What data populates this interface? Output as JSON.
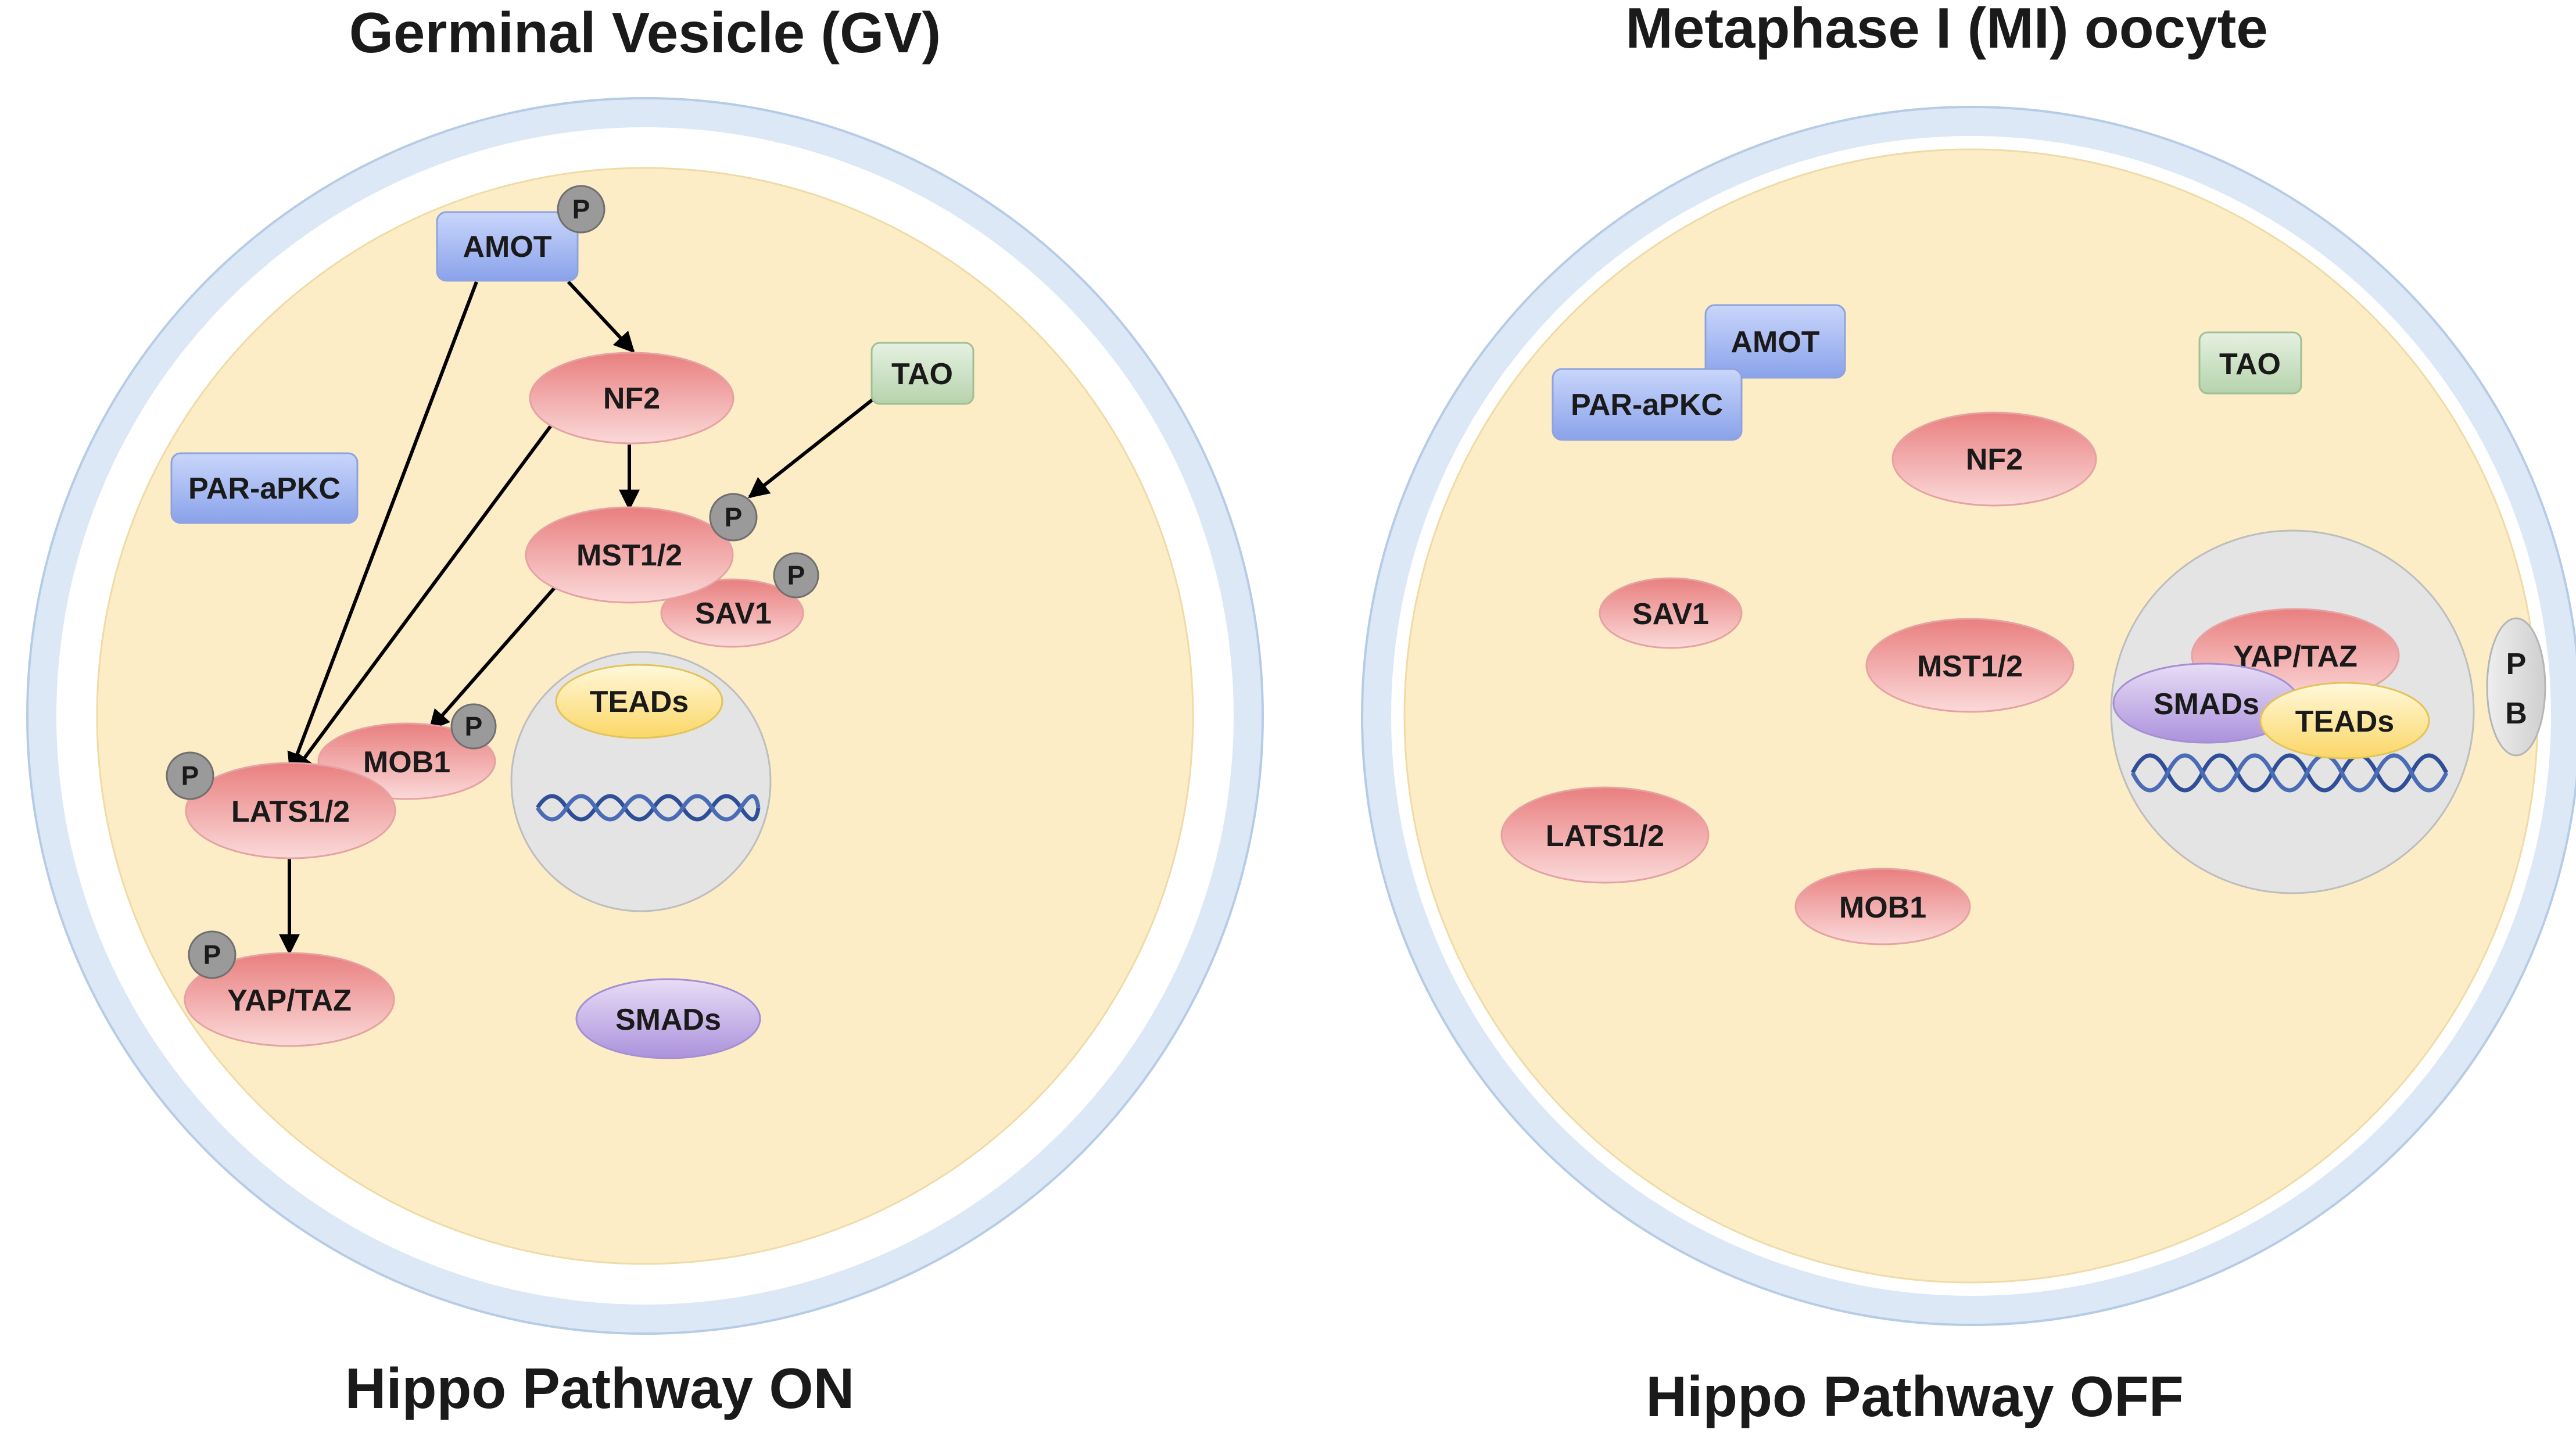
{
  "panels": {
    "left": {
      "title": "Germinal Vesicle (GV)",
      "footer": "Hippo Pathway ON",
      "labels": {
        "amot": "AMOT",
        "par_apkc": "PAR-aPKC",
        "tao": "TAO",
        "nf2": "NF2",
        "mst12": "MST1/2",
        "sav1": "SAV1",
        "mob1": "MOB1",
        "lats12": "LATS1/2",
        "yaptaz": "YAP/TAZ",
        "teads": "TEADs",
        "smads": "SMADs"
      }
    },
    "right": {
      "title": "Metaphase I (MI) oocyte",
      "footer": "Hippo Pathway OFF",
      "labels": {
        "amot": "AMOT",
        "par_apkc": "PAR-aPKC",
        "tao": "TAO",
        "nf2": "NF2",
        "sav1": "SAV1",
        "mst12": "MST1/2",
        "lats12": "LATS1/2",
        "mob1": "MOB1",
        "yaptaz": "YAP/TAZ",
        "smads": "SMADs",
        "teads": "TEADs",
        "pb_p": "P",
        "pb_b": "B"
      }
    }
  },
  "phospho_label": "P",
  "colors": {
    "zona_ring": "#dce8f5",
    "zona_stroke": "#b6cce6",
    "cytoplasm": "#fdedc6",
    "nucleus": "#e4e4e4",
    "kinase_pink": "#f1a2a2",
    "membrane_blue": "#9fb3ee",
    "tao_green": "#cfe3c8",
    "tead_yellow": "#fde79a",
    "smad_purple": "#c9b5e8",
    "phospho_grey": "#9a9a9a",
    "dna_blue": "#2e4f97"
  }
}
